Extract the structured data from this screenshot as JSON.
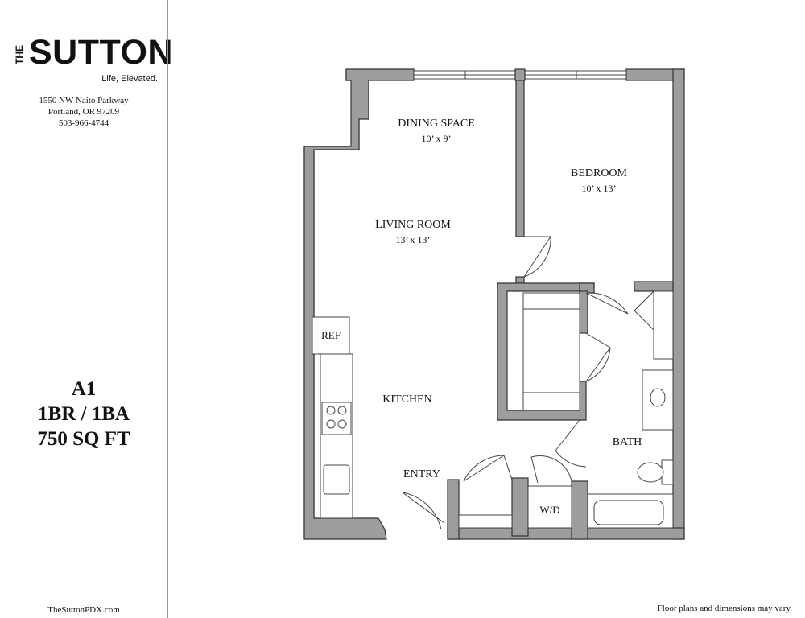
{
  "brand": {
    "the": "THE",
    "name": "SUTTON",
    "tagline": "Life, Elevated."
  },
  "address": {
    "line1": "1550 NW Naito Parkway",
    "line2": "Portland, OR 97209",
    "phone": "503-966-4744"
  },
  "unit": {
    "name": "A1",
    "type": "1BR / 1BA",
    "size": "750 SQ FT"
  },
  "website": "TheSuttonPDX.com",
  "disclaimer": "Floor plans and dimensions may vary.",
  "rooms": {
    "dining": {
      "label": "DINING SPACE",
      "dims": "10’ x 9’"
    },
    "living": {
      "label": "LIVING ROOM",
      "dims": "13’ x 13’"
    },
    "bedroom": {
      "label": "BEDROOM",
      "dims": "10’ x 13’"
    },
    "kitchen": {
      "label": "KITCHEN"
    },
    "entry": {
      "label": "ENTRY"
    },
    "bath": {
      "label": "BATH"
    },
    "ref": {
      "label": "REF"
    },
    "wd": {
      "label": "W/D"
    }
  },
  "colors": {
    "wall": "#9d9d9d",
    "text": "#111111",
    "divider": "#9a9a9a"
  }
}
